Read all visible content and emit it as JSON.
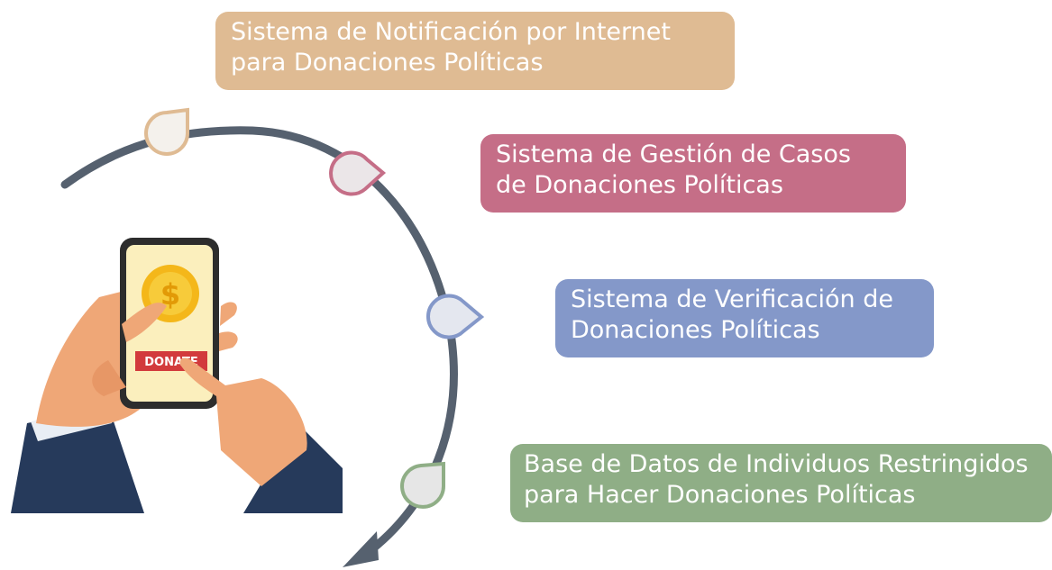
{
  "steps": [
    {
      "line1": "Sistema de Notificación por Internet",
      "line2": "para Donaciones Políticas",
      "color": "#dfbb93"
    },
    {
      "line1": "Sistema de Gestión de Casos",
      "line2": "de Donaciones Políticas",
      "color": "#c56e87"
    },
    {
      "line1": "Sistema de Verificación de",
      "line2": "Donaciones Políticas",
      "color": "#8498c9"
    },
    {
      "line1": "Base de Datos de Individuos Restringidos",
      "line2": "para Hacer Donaciones Políticas",
      "color": "#8fae86"
    }
  ],
  "illustration": {
    "button_text": "DONATE",
    "coin_symbol": "$",
    "arc_color": "#56616f",
    "icon": "hand-phone-donate-icon"
  }
}
